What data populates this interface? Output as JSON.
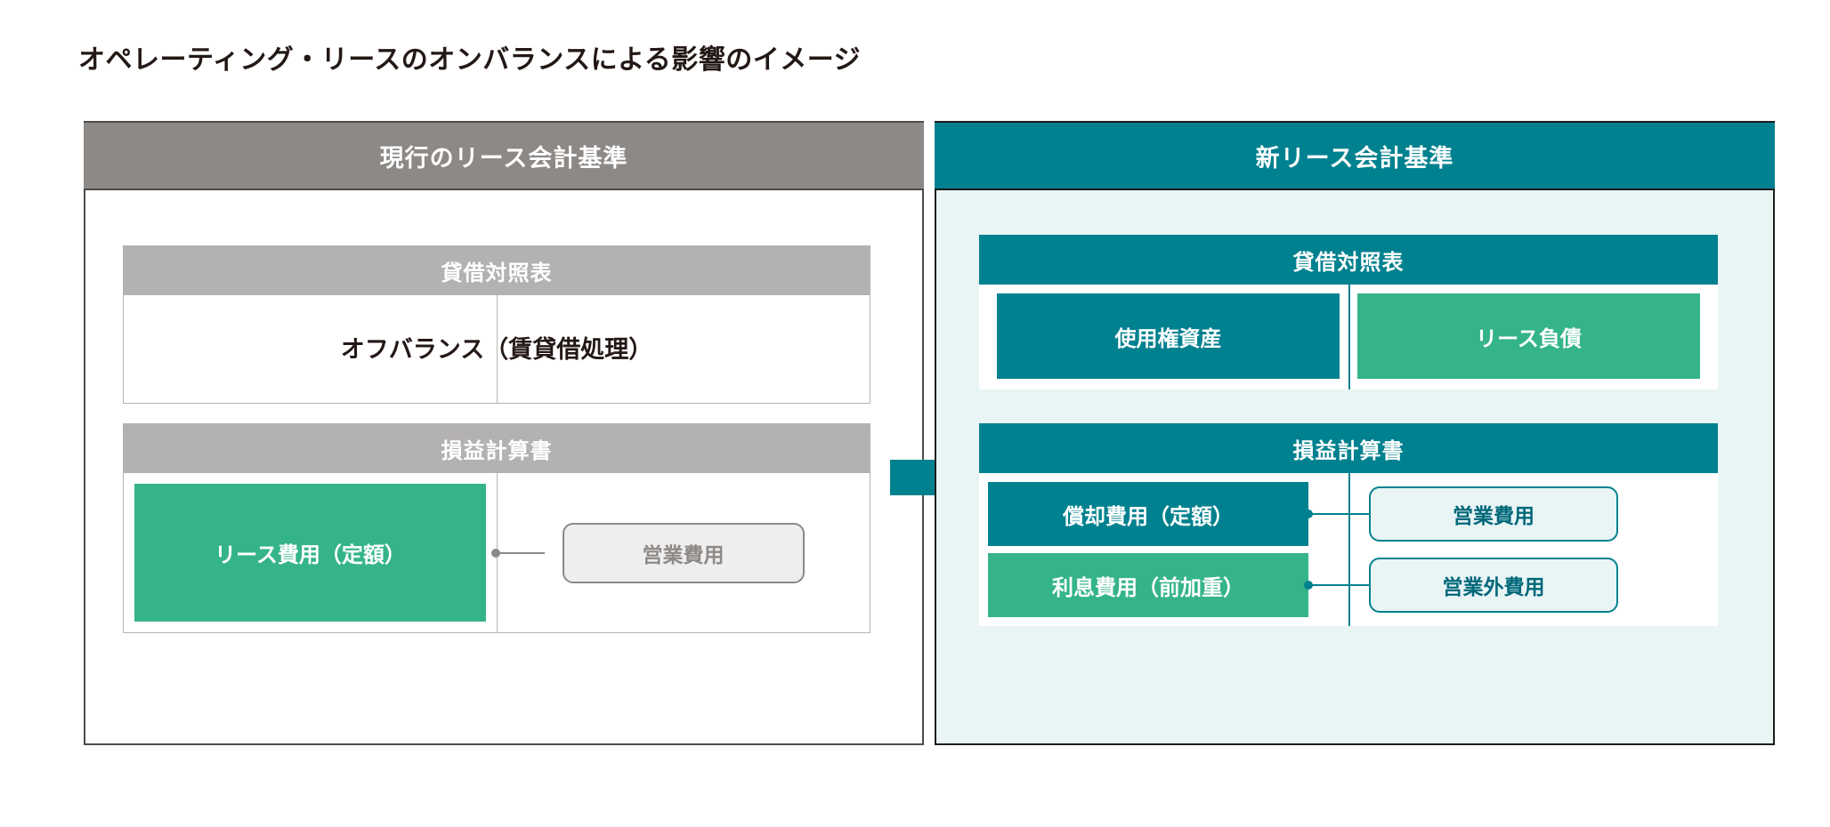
{
  "title": "オペレーティング・リースのオンバランスによる影響のイメージ",
  "colors": {
    "gray_header": "#8d8986",
    "gray_subheader": "#b4b2b1",
    "teal": "#00818f",
    "green": "#35b48a",
    "panel_new_bg": "#e9f4f5",
    "text_dark": "#231815"
  },
  "panels": {
    "current": {
      "header": "現行のリース会計基準",
      "balance_sheet": {
        "title": "貸借対照表",
        "content": "オフバランス（賃貸借処理）"
      },
      "income_statement": {
        "title": "損益計算書",
        "cost_box": "リース費用（定額）",
        "classification": "営業費用"
      }
    },
    "new": {
      "header": "新リース会計基準",
      "balance_sheet": {
        "title": "貸借対照表",
        "asset": "使用権資産",
        "liability": "リース負債"
      },
      "income_statement": {
        "title": "損益計算書",
        "rows": [
          {
            "cost_box": "償却費用（定額）",
            "classification": "営業費用"
          },
          {
            "cost_box": "利息費用（前加重）",
            "classification": "営業外費用"
          }
        ]
      }
    }
  },
  "arrow": {
    "name": "right-arrow",
    "color": "#00818f"
  }
}
